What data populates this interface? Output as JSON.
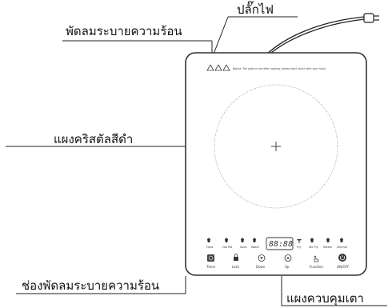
{
  "callouts": {
    "plug": "ปลั๊กไฟ",
    "fan_top": "พัดลมระบายความร้อน",
    "glass_panel": "แผงคริสตัลสีดำ",
    "fan_bottom": "ช่องพัดลมระบายความร้อน",
    "control_panel": "แผงควบคุมเตา"
  },
  "warning_text": "Notice: The plate is hot after cooking, please don't touch with your hand",
  "display_value": "88:88",
  "modes": [
    "Heat",
    "Hot Pot",
    "Soup",
    "Water",
    "Fry",
    "Stir Fry",
    "Steam",
    "Simmer"
  ],
  "buttons": [
    "Timer",
    "Lock",
    "Down",
    "Up",
    "Function",
    "ON/OFF"
  ],
  "colors": {
    "line": "#222222",
    "panel_stroke": "#333333",
    "circle": "#9a9a9a"
  }
}
